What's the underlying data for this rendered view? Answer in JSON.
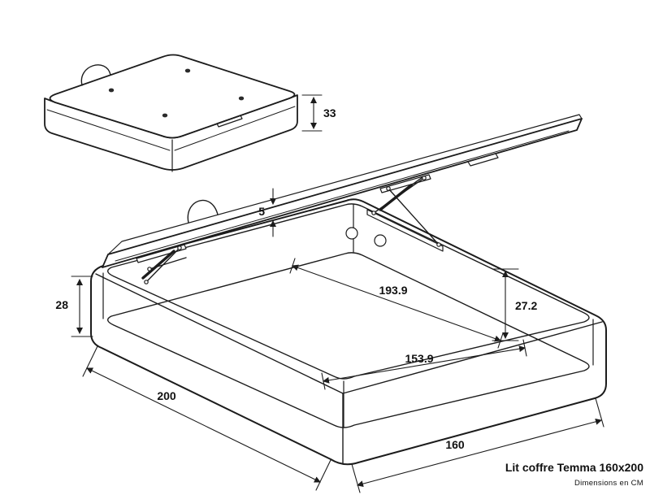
{
  "title_block": {
    "title": "Lit coffre Temma 160x200",
    "subtitle": "Dimensions en CM"
  },
  "dimensions": {
    "closed_height": "33",
    "lid_thickness": "5",
    "base_height": "28",
    "interior_length": "193.9",
    "interior_height": "27.2",
    "interior_width": "153.9",
    "overall_length": "200",
    "overall_width": "160"
  },
  "colors": {
    "line": "#1c1c1c",
    "background": "#ffffff"
  }
}
